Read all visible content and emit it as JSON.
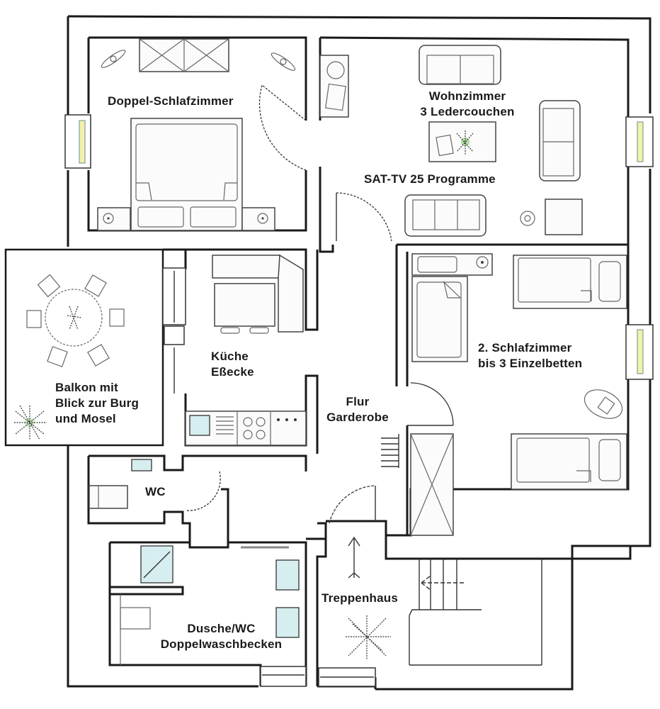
{
  "floorplan": {
    "rooms": {
      "doppel_schlafzimmer": {
        "title": "Doppel-Schlafzimmer"
      },
      "wohnzimmer": {
        "title": "Wohnzimmer",
        "line2": "3 Ledercouchen",
        "note": "SAT-TV 25 Programme"
      },
      "balkon": {
        "line1": "Balkon mit",
        "line2": "Blick zur Burg",
        "line3": "und Mosel"
      },
      "kueche": {
        "line1": "Küche",
        "line2": "Eßecke"
      },
      "flur": {
        "line1": "Flur",
        "line2": "Garderobe"
      },
      "schlafzimmer2": {
        "line1": "2. Schlafzimmer",
        "line2": "bis 3 Einzelbetten"
      },
      "wc": {
        "title": "WC"
      },
      "bad": {
        "line1": "Dusche/WC",
        "line2": "Doppelwaschbecken"
      },
      "treppenhaus": {
        "title": "Treppenhaus"
      }
    },
    "colors": {
      "wall": "#1a1a1a",
      "window_glass": "#f3f0a8",
      "sanitary": "#d6eef0",
      "plant": "#9fd38a"
    }
  }
}
